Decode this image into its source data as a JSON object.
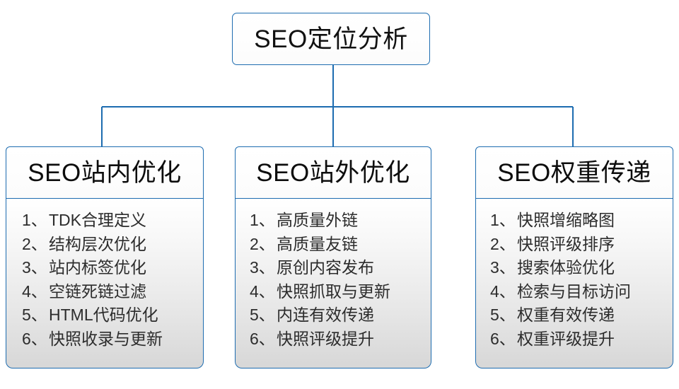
{
  "diagram": {
    "type": "org-tree",
    "root": {
      "label": "SEO定位分析"
    },
    "colors": {
      "border": "#1d6cb0",
      "connector": "#1d6cb0",
      "header_background": "#ffffff",
      "body_gradient_top": "#ffffff",
      "body_gradient_bottom": "#d7d7d7",
      "text": "#2c2c2c",
      "title_text": "#0d0d0d"
    },
    "branches": [
      {
        "title": "SEO站内优化",
        "items": [
          {
            "index": "1、",
            "text": "TDK合理定义"
          },
          {
            "index": "2、",
            "text": "结构层次优化"
          },
          {
            "index": "3、",
            "text": "站内标签优化"
          },
          {
            "index": "4、",
            "text": "空链死链过滤"
          },
          {
            "index": "5、",
            "text": "HTML代码优化"
          },
          {
            "index": "6、",
            "text": "快照收录与更新"
          }
        ]
      },
      {
        "title": "SEO站外优化",
        "items": [
          {
            "index": "1、",
            "text": "高质量外链"
          },
          {
            "index": "2、",
            "text": "高质量友链"
          },
          {
            "index": "3、",
            "text": "原创内容发布"
          },
          {
            "index": "4、",
            "text": "快照抓取与更新"
          },
          {
            "index": "5、",
            "text": "内连有效传递"
          },
          {
            "index": "6、",
            "text": "快照评级提升"
          }
        ]
      },
      {
        "title": "SEO权重传递",
        "items": [
          {
            "index": "1、",
            "text": "快照增缩略图"
          },
          {
            "index": "2、",
            "text": "快照评级排序"
          },
          {
            "index": "3、",
            "text": "搜索体验优化"
          },
          {
            "index": "4、",
            "text": "检索与目标访问"
          },
          {
            "index": "5、",
            "text": "权重有效传递"
          },
          {
            "index": "6、",
            "text": "权重评级提升"
          }
        ]
      }
    ]
  }
}
